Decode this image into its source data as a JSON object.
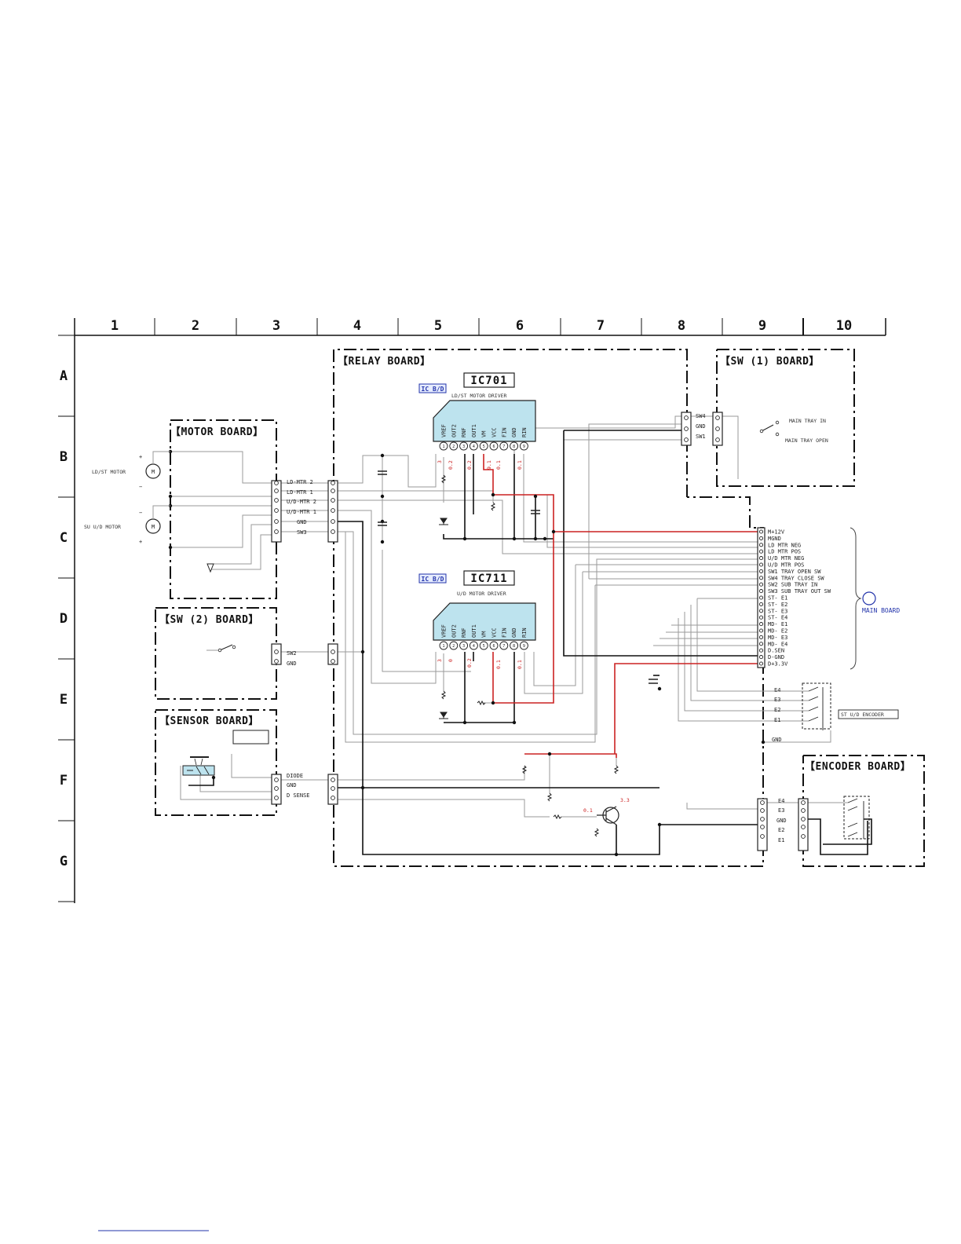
{
  "grid": {
    "columns": [
      "1",
      "2",
      "3",
      "4",
      "5",
      "6",
      "7",
      "8",
      "9",
      "10"
    ],
    "rows": [
      "A",
      "B",
      "C",
      "D",
      "E",
      "F",
      "G"
    ]
  },
  "boards": {
    "relay": "【RELAY BOARD】",
    "sw1": "【SW (1) BOARD】",
    "motor": "【MOTOR BOARD】",
    "sw2": "【SW (2) BOARD】",
    "sensor": "【SENSOR BOARD】",
    "encoder": "【ENCODER BOARD】"
  },
  "ics": {
    "ic701": {
      "ref": "IC701",
      "tag": "IC B/D",
      "desc": "LD/ST MOTOR DRIVER",
      "pins": [
        "VREF",
        "OUT2",
        "RNF",
        "OUT1",
        "VM",
        "VCC",
        "FIN",
        "GND",
        "RIN"
      ]
    },
    "ic711": {
      "ref": "IC711",
      "tag": "IC B/D",
      "desc": "U/D MOTOR DRIVER",
      "pins": [
        "VREF",
        "OUT2",
        "RNF",
        "OUT1",
        "VM",
        "VCC",
        "FIN",
        "GND",
        "RIN"
      ]
    },
    "pin_numbers": [
      "1",
      "2",
      "3",
      "4",
      "5",
      "6",
      "7",
      "8",
      "9"
    ]
  },
  "voltages": {
    "ic701": [
      "3",
      "0.2",
      "0.2",
      "9.1",
      "0.1",
      "0.1"
    ],
    "ic711": [
      "3",
      "0",
      "0.2",
      "0.1",
      "0.1"
    ],
    "transistor": [
      "0.1",
      "3.3"
    ]
  },
  "motor": {
    "ldst_motor": "LD/ST MOTOR",
    "ud_motor": "SU U/D MOTOR",
    "plus": "+",
    "minus": "−",
    "connector": [
      "LD-MTR 2",
      "LD-MTR 1",
      "U/D-MTR 2",
      "U/D-MTR 1",
      "GND",
      "SW3"
    ]
  },
  "sw1": {
    "connector": [
      "SW4",
      "GND",
      "SW1"
    ],
    "main_tray_in": "MAIN TRAY IN",
    "main_tray_open": "MAIN TRAY OPEN"
  },
  "sw2": {
    "connector": [
      "SW2",
      "GND"
    ]
  },
  "sensor": {
    "connector": [
      "DIODE",
      "GND",
      "D SENSE"
    ]
  },
  "main_board": {
    "label": "MAIN BOARD",
    "signals": [
      "M+12V",
      "MGND",
      "LD MTR NEG",
      "LD MTR POS",
      "U/D MTR NEG",
      "U/D MTR POS",
      "SW1 TRAY OPEN SW",
      "SW4 TRAY CLOSE SW",
      "SW2 SUB TRAY IN",
      "SW3 SUB TRAY OUT SW",
      "ST- E1",
      "ST- E2",
      "ST- E3",
      "ST- E4",
      "MD- E1",
      "MD- E2",
      "MD- E3",
      "MD- E4",
      "D.SEN",
      "D-GND",
      "D+3.3V"
    ]
  },
  "st_encoder": {
    "label": "ST U/D ENCODER",
    "signals": [
      "E4",
      "E3",
      "E2",
      "E1"
    ],
    "gnd": "GND"
  },
  "encoder": {
    "connector": [
      "E4",
      "E3",
      "GND",
      "E2",
      "E1"
    ]
  },
  "colors": {
    "wire": "#9a9a9a",
    "power": "#cc2222",
    "ground": "#111111",
    "tag": "#2233aa"
  }
}
